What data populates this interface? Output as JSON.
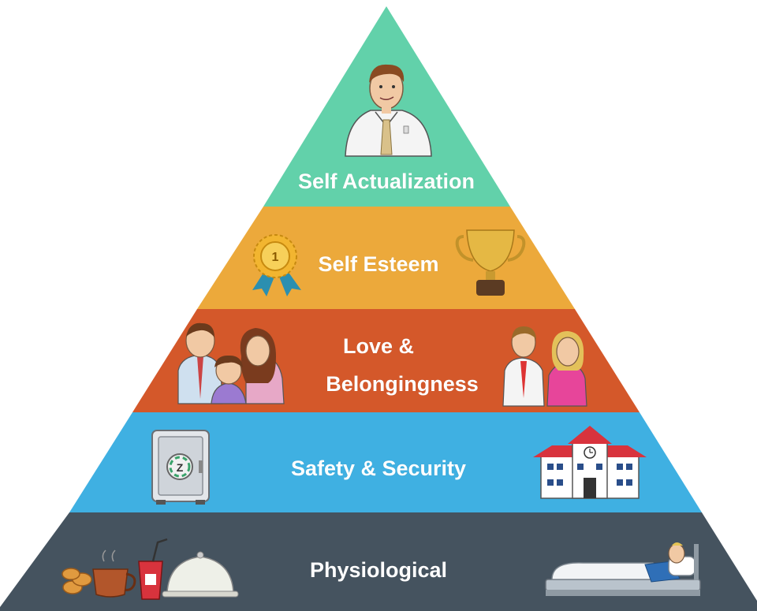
{
  "pyramid": {
    "levels": [
      {
        "label": "Self Actualization",
        "color": "#62d1aa",
        "icons": [
          "businessman-icon"
        ]
      },
      {
        "label": "Self Esteem",
        "color": "#eca93b",
        "icons": [
          "award-ribbon-icon",
          "trophy-icon"
        ]
      },
      {
        "label_line1": "Love &",
        "label_line2": "Belongingness",
        "color": "#d4582a",
        "icons": [
          "family-icon",
          "couple-icon"
        ]
      },
      {
        "label": "Safety & Security",
        "color": "#3fb0e2",
        "icons": [
          "safe-icon",
          "school-building-icon"
        ]
      },
      {
        "label": "Physiological",
        "color": "#45535f",
        "icons": [
          "food-drink-icon",
          "bed-icon"
        ]
      }
    ]
  }
}
